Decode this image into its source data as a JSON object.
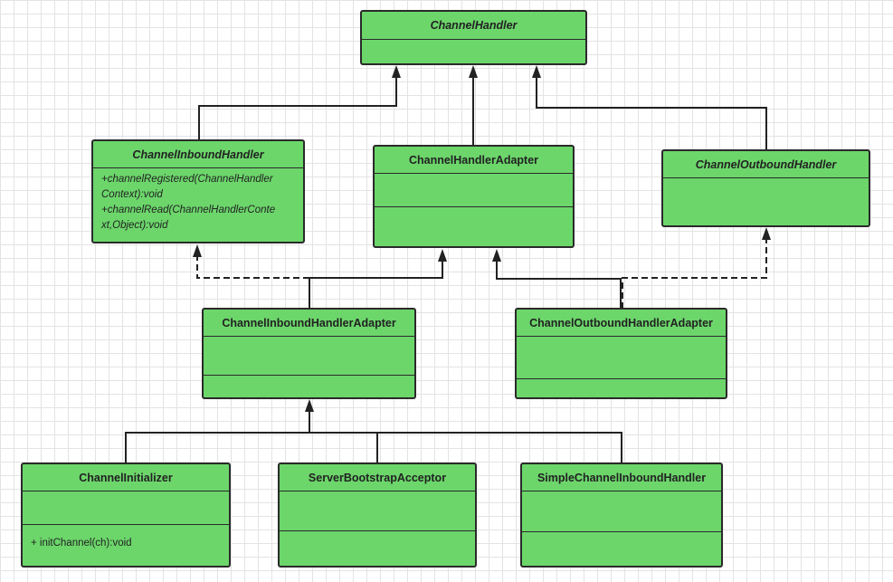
{
  "classes": {
    "channel_handler": {
      "name": "ChannelHandler"
    },
    "channel_inbound_handler": {
      "name": "ChannelInboundHandler",
      "methods": [
        "+channelRegistered(ChannelHandler",
        "Context):void",
        "+channelRead(ChannelHandlerConte",
        "xt,Object):void"
      ]
    },
    "channel_handler_adapter": {
      "name": "ChannelHandlerAdapter"
    },
    "channel_outbound_handler": {
      "name": "ChannelOutboundHandler"
    },
    "channel_inbound_handler_adapter": {
      "name": "ChannelInboundHandlerAdapter"
    },
    "channel_outbound_handler_adapter": {
      "name": "ChannelOutboundHandlerAdapter"
    },
    "channel_initializer": {
      "name": "ChannelInitializer",
      "methods": [
        "+ initChannel(ch):void"
      ]
    },
    "server_bootstrap_acceptor": {
      "name": "ServerBootstrapAcceptor"
    },
    "simple_channel_inbound_handler": {
      "name": "SimpleChannelInboundHandler"
    }
  },
  "colors": {
    "class_fill": "#6cd66b",
    "border": "#2a2a2a",
    "grid": "#e3e3e3"
  }
}
